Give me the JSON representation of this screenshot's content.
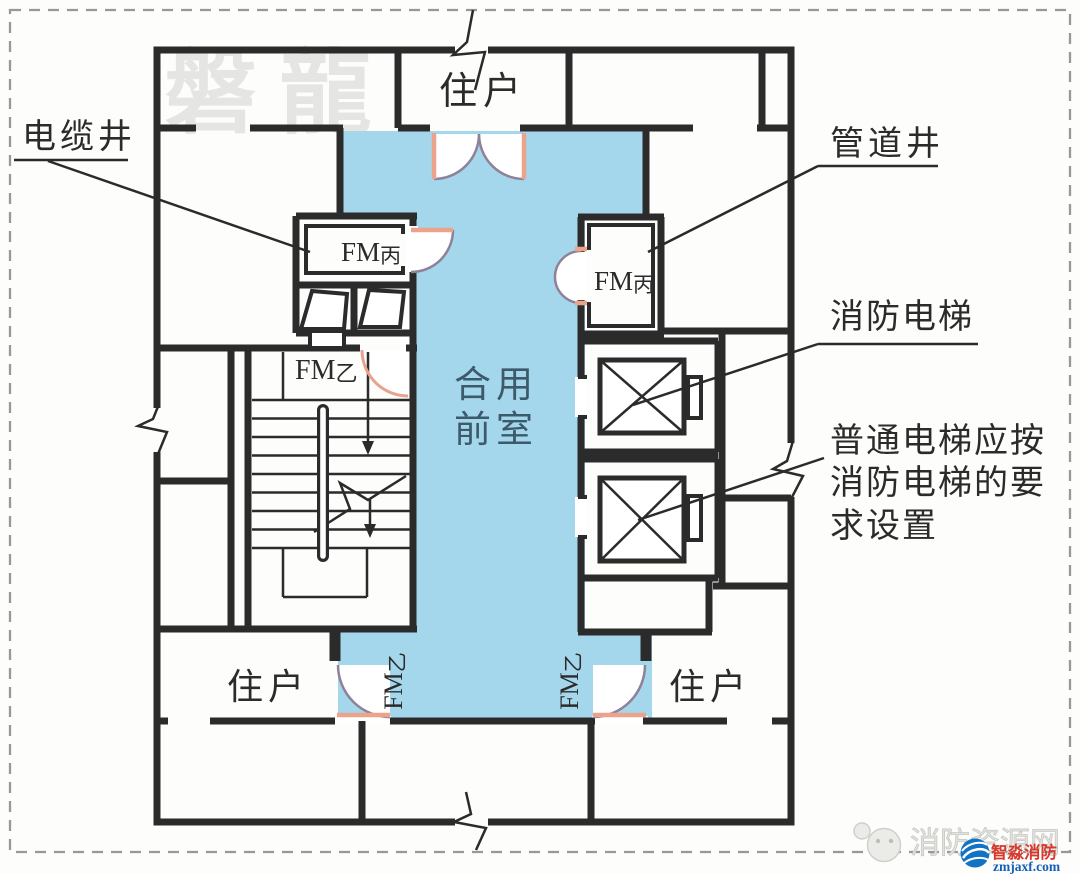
{
  "watermark_text": "磐 龍",
  "plan": {
    "front_room": {
      "line1": "合用",
      "line2": "前室"
    },
    "rooms": {
      "resident_top": "住户",
      "resident_bottom_left": "住户",
      "resident_bottom_right": "住户"
    },
    "doors": {
      "fm": "FM",
      "bing": "丙",
      "yi": "乙"
    },
    "callouts": {
      "cable_shaft": "电缆井",
      "pipe_shaft": "管道井",
      "fire_elevator": "消防电梯",
      "note_line1": "普通电梯应按",
      "note_line2": "消防电梯的要",
      "note_line3": "求设置"
    },
    "colors": {
      "corridor_fill": "#a5d7ec",
      "wall": "#2b2b2b",
      "door_leaf": "#eba38c",
      "door_arc": "#8e8198",
      "front_room_text": "#3c5a6a"
    }
  },
  "footer": {
    "ghost_watermark": "消防资源网",
    "brand": "智淼消防",
    "url": "zmjaxf.com",
    "brand_color": "#d8392c",
    "url_color": "#1260b8"
  }
}
